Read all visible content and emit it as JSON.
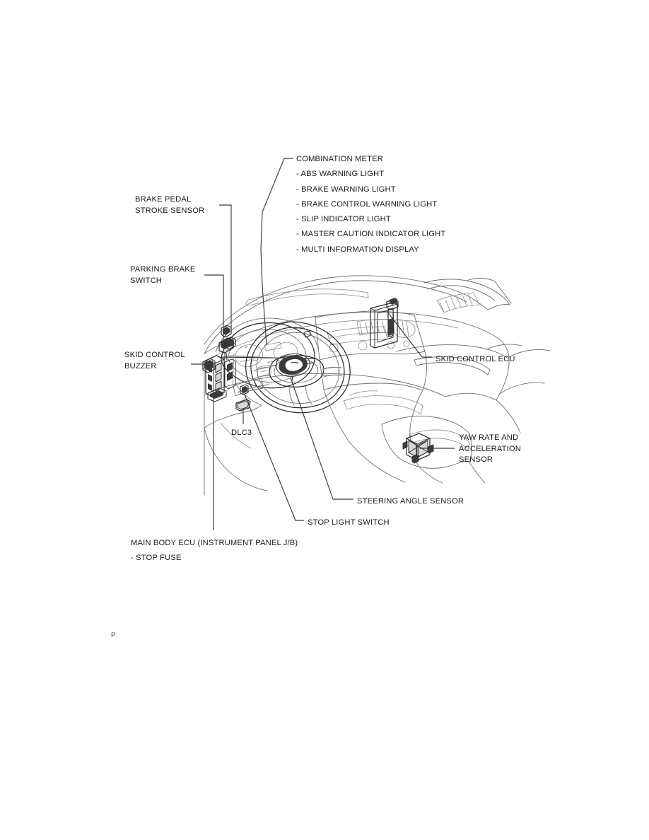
{
  "document": {
    "type": "technical-illustration",
    "subject": "Vehicle instrument panel brake control system component locations",
    "page_mark": "P",
    "background_color": "#ffffff",
    "line_color": "#231f20",
    "text_color": "#1a1a1a"
  },
  "callouts": {
    "combination_meter": {
      "title": "COMBINATION METER",
      "items": [
        "- ABS WARNING LIGHT",
        "- BRAKE WARNING LIGHT",
        "- BRAKE CONTROL WARNING LIGHT",
        "- SLIP INDICATOR LIGHT",
        "- MASTER CAUTION INDICATOR LIGHT",
        "- MULTI INFORMATION DISPLAY"
      ]
    },
    "brake_pedal_stroke_sensor": {
      "line1": "BRAKE PEDAL",
      "line2": "STROKE SENSOR"
    },
    "parking_brake_switch": {
      "line1": "PARKING BRAKE",
      "line2": "SWITCH"
    },
    "skid_control_buzzer": {
      "line1": "SKID CONTROL",
      "line2": "BUZZER"
    },
    "dlc3": {
      "label": "DLC3"
    },
    "skid_control_ecu": {
      "label": "SKID CONTROL ECU"
    },
    "yaw_rate_and_acceleration_sensor": {
      "line1": "YAW RATE AND",
      "line2": "ACCELERATION",
      "line3": "SENSOR"
    },
    "steering_angle_sensor": {
      "label": "STEERING ANGLE SENSOR"
    },
    "stop_light_switch": {
      "label": "STOP LIGHT SWITCH"
    },
    "main_body_ecu": {
      "title": "MAIN BODY ECU (INSTRUMENT PANEL J/B)",
      "item": "- STOP FUSE"
    }
  }
}
